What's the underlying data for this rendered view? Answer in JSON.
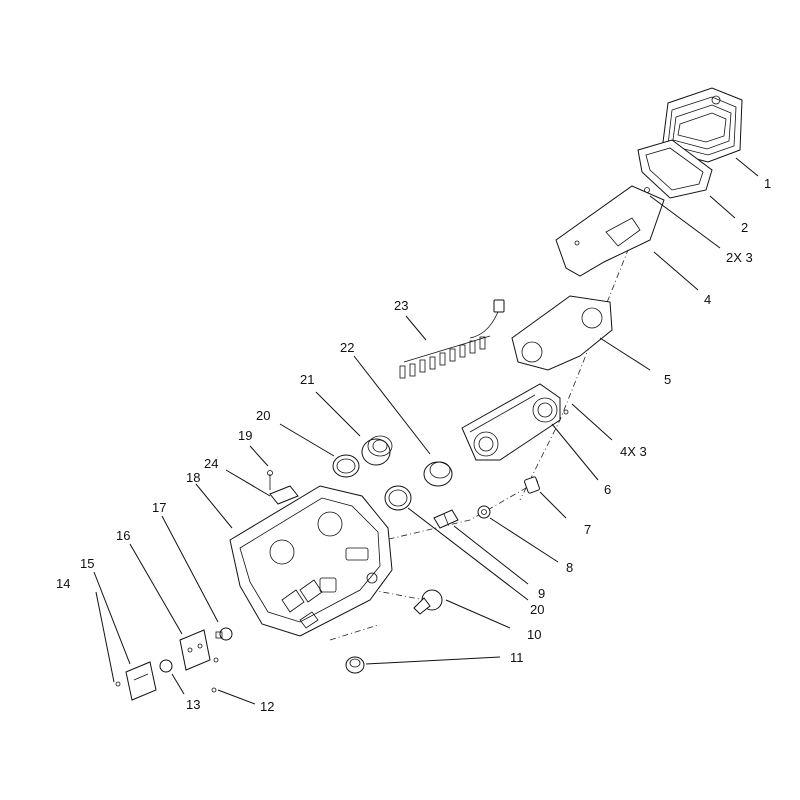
{
  "labels": {
    "l1": "1",
    "l2": "2",
    "l3": "2X 3",
    "l4": "4",
    "l5": "5",
    "l6": "6",
    "l4x3": "4X 3",
    "l7": "7",
    "l8": "8",
    "l9": "9",
    "l20b": "20",
    "l10": "10",
    "l11": "11",
    "l12": "12",
    "l13": "13",
    "l14": "14",
    "l15": "15",
    "l16": "16",
    "l17": "17",
    "l18": "18",
    "l19": "19",
    "l20a": "20",
    "l21": "21",
    "l22": "22",
    "l23": "23",
    "l24": "24"
  }
}
